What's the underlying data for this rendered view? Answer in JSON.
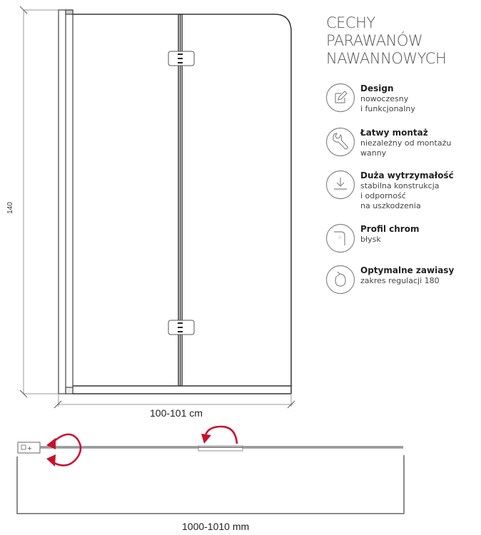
{
  "title": {
    "lines": [
      "CECHY",
      "PARAWANÓW",
      "NAWANNOWYCH"
    ]
  },
  "features": [
    {
      "icon": "pencil-edit-icon",
      "heading": "Design",
      "description": [
        "nowoczesny",
        "i funkcjonalny"
      ]
    },
    {
      "icon": "wrench-icon",
      "heading": "Łatwy montaż",
      "description": [
        "niezależny od montażu",
        "wanny"
      ]
    },
    {
      "icon": "download-arrow-icon",
      "heading": "Duża wytrzymałość",
      "description": [
        "stabilna konstrukcja",
        "i odporność",
        "na uszkodzenia"
      ]
    },
    {
      "icon": "chrome-profile-icon",
      "heading": "Profil chrom",
      "description": [
        "błysk"
      ]
    },
    {
      "icon": "rotate-hinge-icon",
      "heading": "Optymalne zawiasy",
      "description": [
        "zakres regulacji 180"
      ]
    }
  ],
  "dimensions": {
    "height": "140",
    "width_front": "100-101 cm",
    "width_top": "1000-1010 mm"
  },
  "colors": {
    "line": "#444444",
    "dim_line": "#999999",
    "arrow": "#c8102e",
    "icon_stroke": "#888888"
  }
}
